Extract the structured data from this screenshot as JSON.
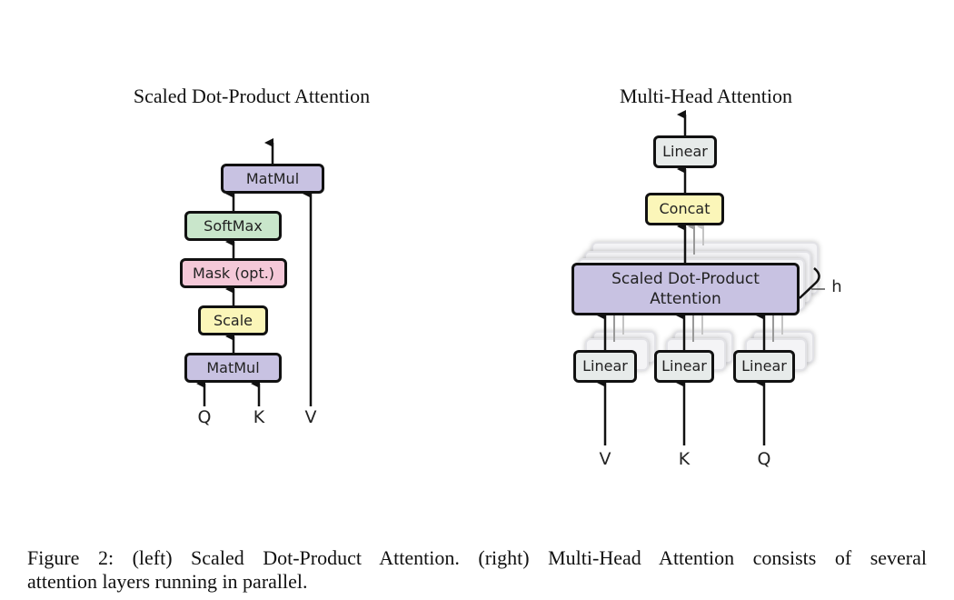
{
  "left": {
    "title": "Scaled Dot-Product Attention",
    "boxes": {
      "matmul_top": "MatMul",
      "softmax": "SoftMax",
      "mask": "Mask (opt.)",
      "scale": "Scale",
      "matmul_bottom": "MatMul"
    },
    "inputs": {
      "q": "Q",
      "k": "K",
      "v": "V"
    }
  },
  "right": {
    "title": "Multi-Head Attention",
    "boxes": {
      "linear_top": "Linear",
      "concat": "Concat",
      "attention": "Scaled Dot-Product\nAttention",
      "linear_v": "Linear",
      "linear_k": "Linear",
      "linear_q": "Linear"
    },
    "heads_label": "h",
    "inputs": {
      "v": "V",
      "k": "K",
      "q": "Q"
    }
  },
  "caption": {
    "line1": "Figure 2:  (left) Scaled Dot-Product Attention.  (right) Multi-Head Attention consists of several",
    "line2": "attention layers running in parallel."
  },
  "colors": {
    "matmul": "#c8c2e2",
    "scale": "#fbf6b9",
    "mask": "#f4c8d8",
    "softmax": "#c9e6cb",
    "linear": "#e7ebea",
    "concat": "#fbf6b9"
  }
}
